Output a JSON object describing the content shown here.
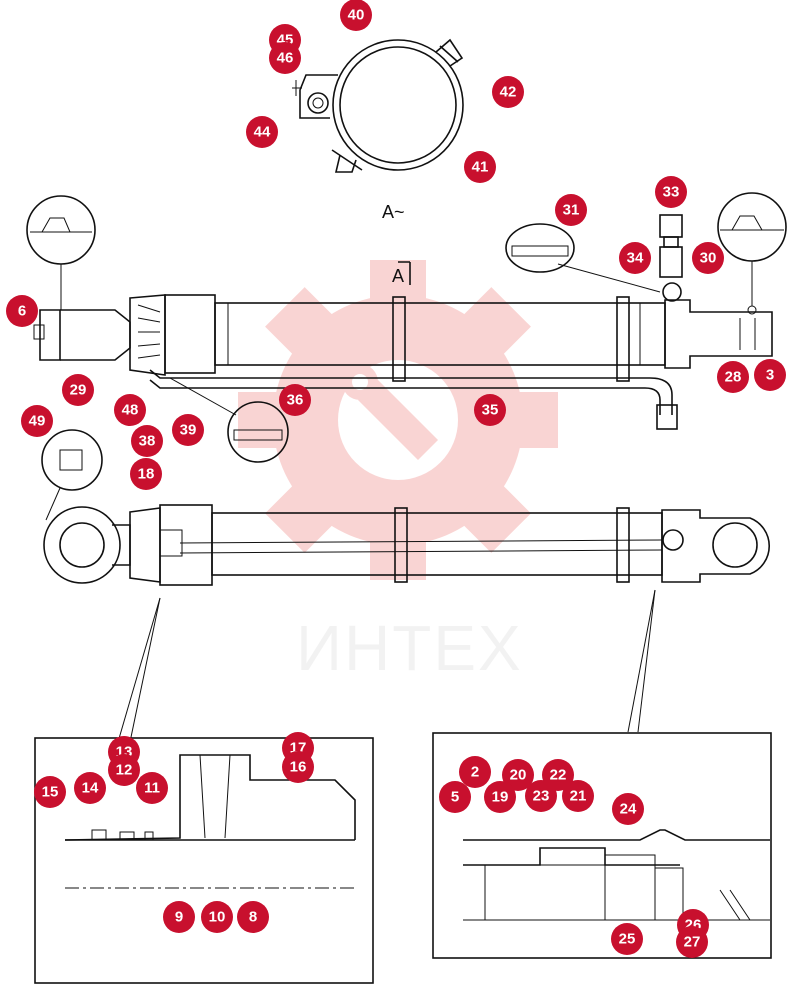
{
  "view_labels": {
    "section_a": "A~",
    "arrow_a": "A"
  },
  "watermark": {
    "text": "ИНТЕХ",
    "color": "#e8403a"
  },
  "callout_color": "#c8102e",
  "callouts": [
    "40",
    "45",
    "46",
    "42",
    "44",
    "41",
    "33",
    "31",
    "34",
    "30",
    "6",
    "29",
    "48",
    "38",
    "39",
    "36",
    "35",
    "28",
    "3",
    "49",
    "18",
    "13",
    "12",
    "15",
    "14",
    "11",
    "17",
    "16",
    "9",
    "10",
    "8",
    "2",
    "20",
    "22",
    "5",
    "19",
    "23",
    "21",
    "24",
    "25",
    "26",
    "27"
  ]
}
